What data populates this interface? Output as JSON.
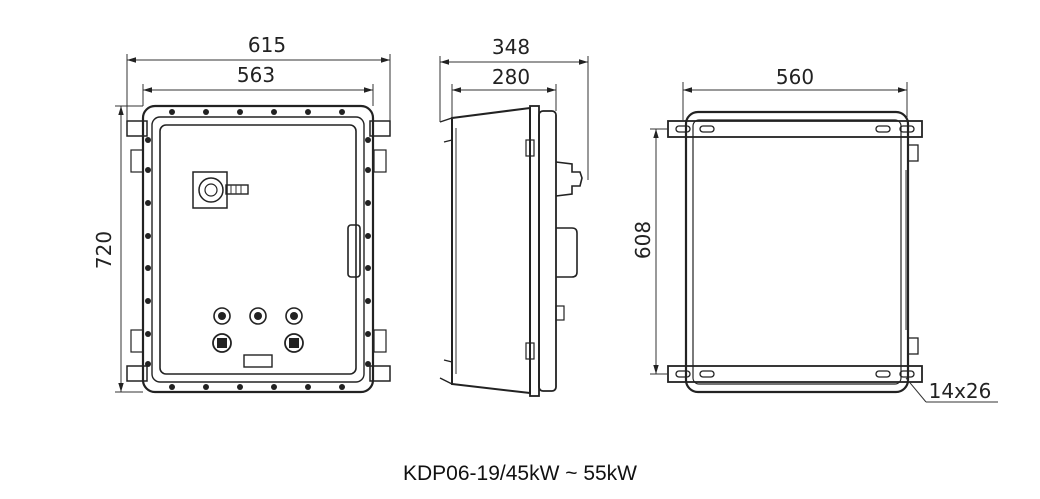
{
  "front_view": {
    "overall_width": "615",
    "inner_width": "563",
    "height": "720"
  },
  "side_view": {
    "overall_depth": "348",
    "body_depth": "280"
  },
  "rear_view": {
    "mount_width": "560",
    "mount_height": "608",
    "slot_size": "14x26"
  },
  "caption": "KDP06-19/45kW ~ 55kW"
}
